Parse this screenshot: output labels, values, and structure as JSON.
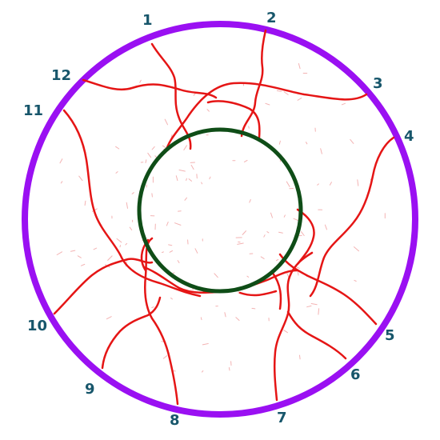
{
  "colors": {
    "outer_ring": "#9a10f2",
    "inner_ring": "#0f4d17",
    "vessel": "#e51515",
    "vessel_faint": "#f3b3b3",
    "label_text": "#17566b",
    "background": "#ffffff"
  },
  "markers": [
    {
      "id": "1",
      "label": "1"
    },
    {
      "id": "2",
      "label": "2"
    },
    {
      "id": "3",
      "label": "3"
    },
    {
      "id": "4",
      "label": "4"
    },
    {
      "id": "5",
      "label": "5"
    },
    {
      "id": "6",
      "label": "6"
    },
    {
      "id": "7",
      "label": "7"
    },
    {
      "id": "8",
      "label": "8"
    },
    {
      "id": "9",
      "label": "9"
    },
    {
      "id": "10",
      "label": "10"
    },
    {
      "id": "11",
      "label": "11"
    },
    {
      "id": "12",
      "label": "12"
    }
  ]
}
